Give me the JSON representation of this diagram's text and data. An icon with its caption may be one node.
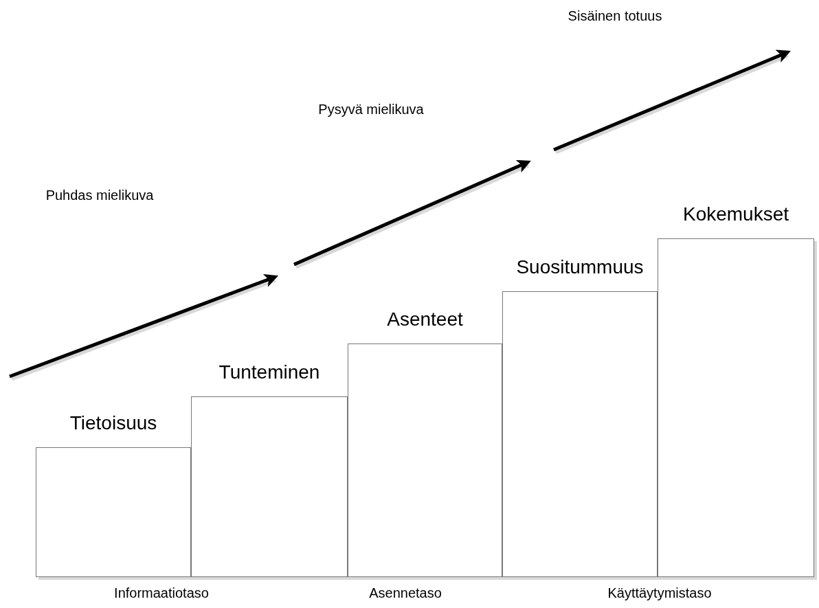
{
  "diagram": {
    "nodes": [
      {
        "text": [
          "Tietoisuus"
        ]
      },
      {
        "text": [
          "Tunteminen"
        ]
      },
      {
        "text": [
          "Asenteet"
        ]
      },
      {
        "text": [
          "Suositummuus"
        ]
      },
      {
        "text": [
          "Kokemukset"
        ]
      }
    ],
    "labels": [
      "Sisäinen totuus",
      "Pysyvä mielikuva",
      "Puhdas mielikuva",
      "Informaatiotaso",
      "Asennetaso",
      "Käyttäytymistaso"
    ]
  }
}
